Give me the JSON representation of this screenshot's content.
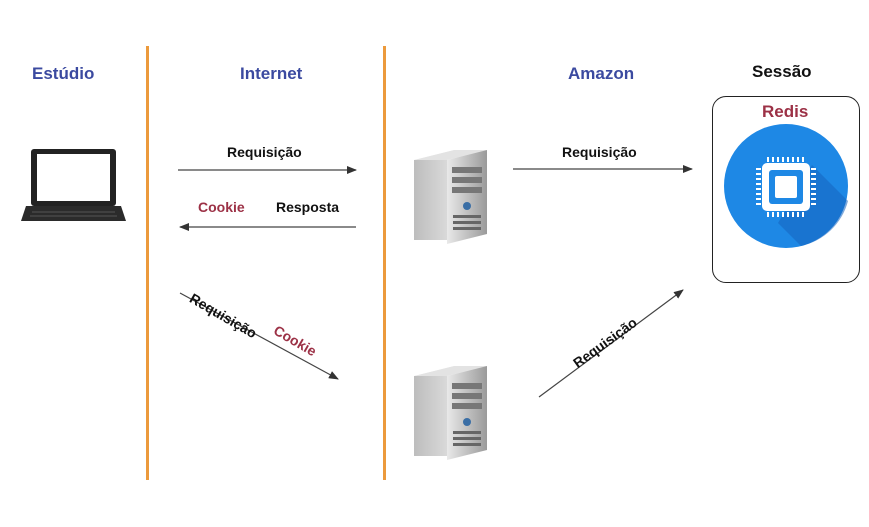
{
  "columns": {
    "estudio": "Estúdio",
    "internet": "Internet",
    "amazon": "Amazon",
    "sessao": "Sessão"
  },
  "redis": {
    "title": "Redis"
  },
  "arrows": {
    "request_1": "Requisição",
    "response": "Resposta",
    "cookie_1": "Cookie",
    "request_2": "Requisição",
    "cookie_2": "Cookie",
    "request_3": "Requisição",
    "request_4": "Requisição"
  },
  "colors": {
    "header_blue": "#3b4aa0",
    "divider_orange": "#ec9a3c",
    "cookie_red": "#9c3146",
    "redis_blue": "#1e88e5"
  },
  "icons": {
    "client": "laptop-icon",
    "server": "server-tower-icon",
    "cache": "chip-icon"
  }
}
